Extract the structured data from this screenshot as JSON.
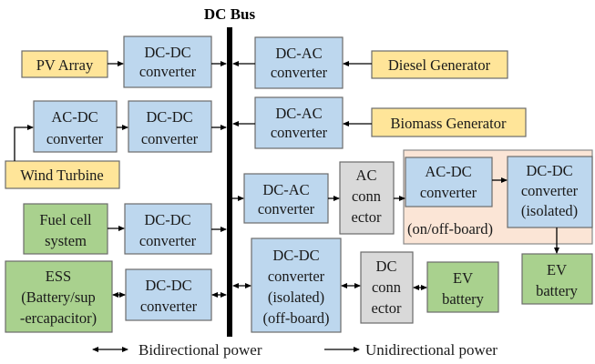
{
  "title": "DC Bus",
  "blocks": {
    "pv_array": [
      "PV Array"
    ],
    "dcdc_pv": [
      "DC-DC",
      "converter"
    ],
    "dcac_diesel": [
      "DC-AC",
      "converter"
    ],
    "diesel_generator": [
      "Diesel Generator"
    ],
    "acdc_wind": [
      "AC-DC",
      "converter"
    ],
    "dcdc_wind": [
      "DC-DC",
      "converter"
    ],
    "dcac_biomass": [
      "DC-AC",
      "converter"
    ],
    "biomass_generator": [
      "Biomass Generator"
    ],
    "wind_turbine": [
      "Wind Turbine"
    ],
    "dcac_ev": [
      "DC-AC",
      "converter"
    ],
    "ac_connector": [
      "AC",
      "conn",
      "ector"
    ],
    "acdc_onboard": [
      "AC-DC",
      "converter"
    ],
    "dcdc_isolated": [
      "DC-DC",
      "converter",
      "(isolated)"
    ],
    "onoff_board_label": "(on/off-board)",
    "ev_battery_ac": [
      "EV",
      "battery"
    ],
    "fuel_cell": [
      "Fuel cell",
      "system"
    ],
    "dcdc_fuel": [
      "DC-DC",
      "converter"
    ],
    "dcdc_offboard": [
      "DC-DC",
      "converter",
      "(isolated)",
      "(off-board)"
    ],
    "dc_connector": [
      "DC",
      "conn",
      "ector"
    ],
    "ev_battery_dc": [
      "EV",
      "battery"
    ],
    "ess": [
      "ESS",
      "(Battery/sup",
      "-ercapacitor)"
    ],
    "dcdc_ess": [
      "DC-DC",
      "converter"
    ]
  },
  "legend": {
    "bidirectional": "Bidirectional power",
    "unidirectional": "Unidirectional power"
  },
  "colors": {
    "converter": "#bdd7ee",
    "generator": "#ffe599",
    "storage": "#a9d18e",
    "connector": "#d9d9d9",
    "ev_charger_region": "#fbe5d6"
  }
}
